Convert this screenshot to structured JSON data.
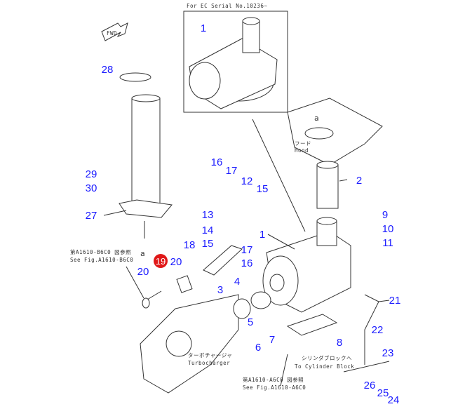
{
  "header_note": "For EC  Serial No.10236~",
  "notes": {
    "see_fig_b6c0_jp": "第A1610-B6C0 図参照",
    "see_fig_b6c0_en": "See Fig.A1610-B6C0",
    "see_fig_a6c0_jp": "第A1610-A6C0 図参照",
    "see_fig_a6c0_en": "See Fig.A1610-A6C0",
    "hood_jp": "フード",
    "hood_en": "Hood",
    "turbo_jp": "ターボチャージャ",
    "turbo_en": "Turbocharger",
    "cyl_jp": "シリンダブロックへ",
    "cyl_en": "To Cylinder Block",
    "ref_a": "a",
    "fwd": "FWD"
  },
  "callouts": [
    "1",
    "28",
    "29",
    "30",
    "27",
    "16",
    "17",
    "12",
    "15",
    "13",
    "14",
    "15",
    "18",
    "17",
    "16",
    "20",
    "20",
    "4",
    "3",
    "5",
    "6",
    "7",
    "8",
    "1",
    "2",
    "9",
    "10",
    "11",
    "21",
    "22",
    "23",
    "26",
    "25",
    "24"
  ],
  "highlighted_callout": "19",
  "colors": {
    "callout": "#1a1aff",
    "highlight": "#e01818"
  }
}
